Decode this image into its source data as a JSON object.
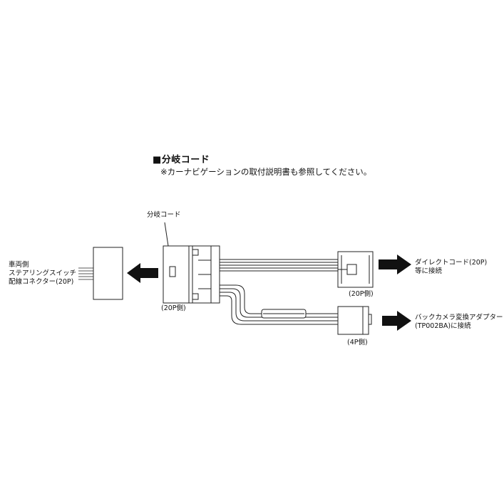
{
  "heading": {
    "title": "■分岐コード",
    "note": "※カーナビゲーションの取付説明書も参照してください。"
  },
  "diagram": {
    "branch_cord_label": "分岐コード",
    "vehicle_side_label": [
      "車両側",
      "ステアリングスイッチ",
      "配線コネクター(20P)"
    ],
    "center_connector_label": "(20P側)",
    "right_top_connector_label": "(20P側)",
    "right_bottom_connector_label": "(4P側)",
    "direct_cord_label": [
      "ダイレクトコード(20P)",
      "等に接続"
    ],
    "camera_adapter_label": [
      "バックカメラ変換アダプター",
      "(TP002BA)に接続"
    ]
  }
}
